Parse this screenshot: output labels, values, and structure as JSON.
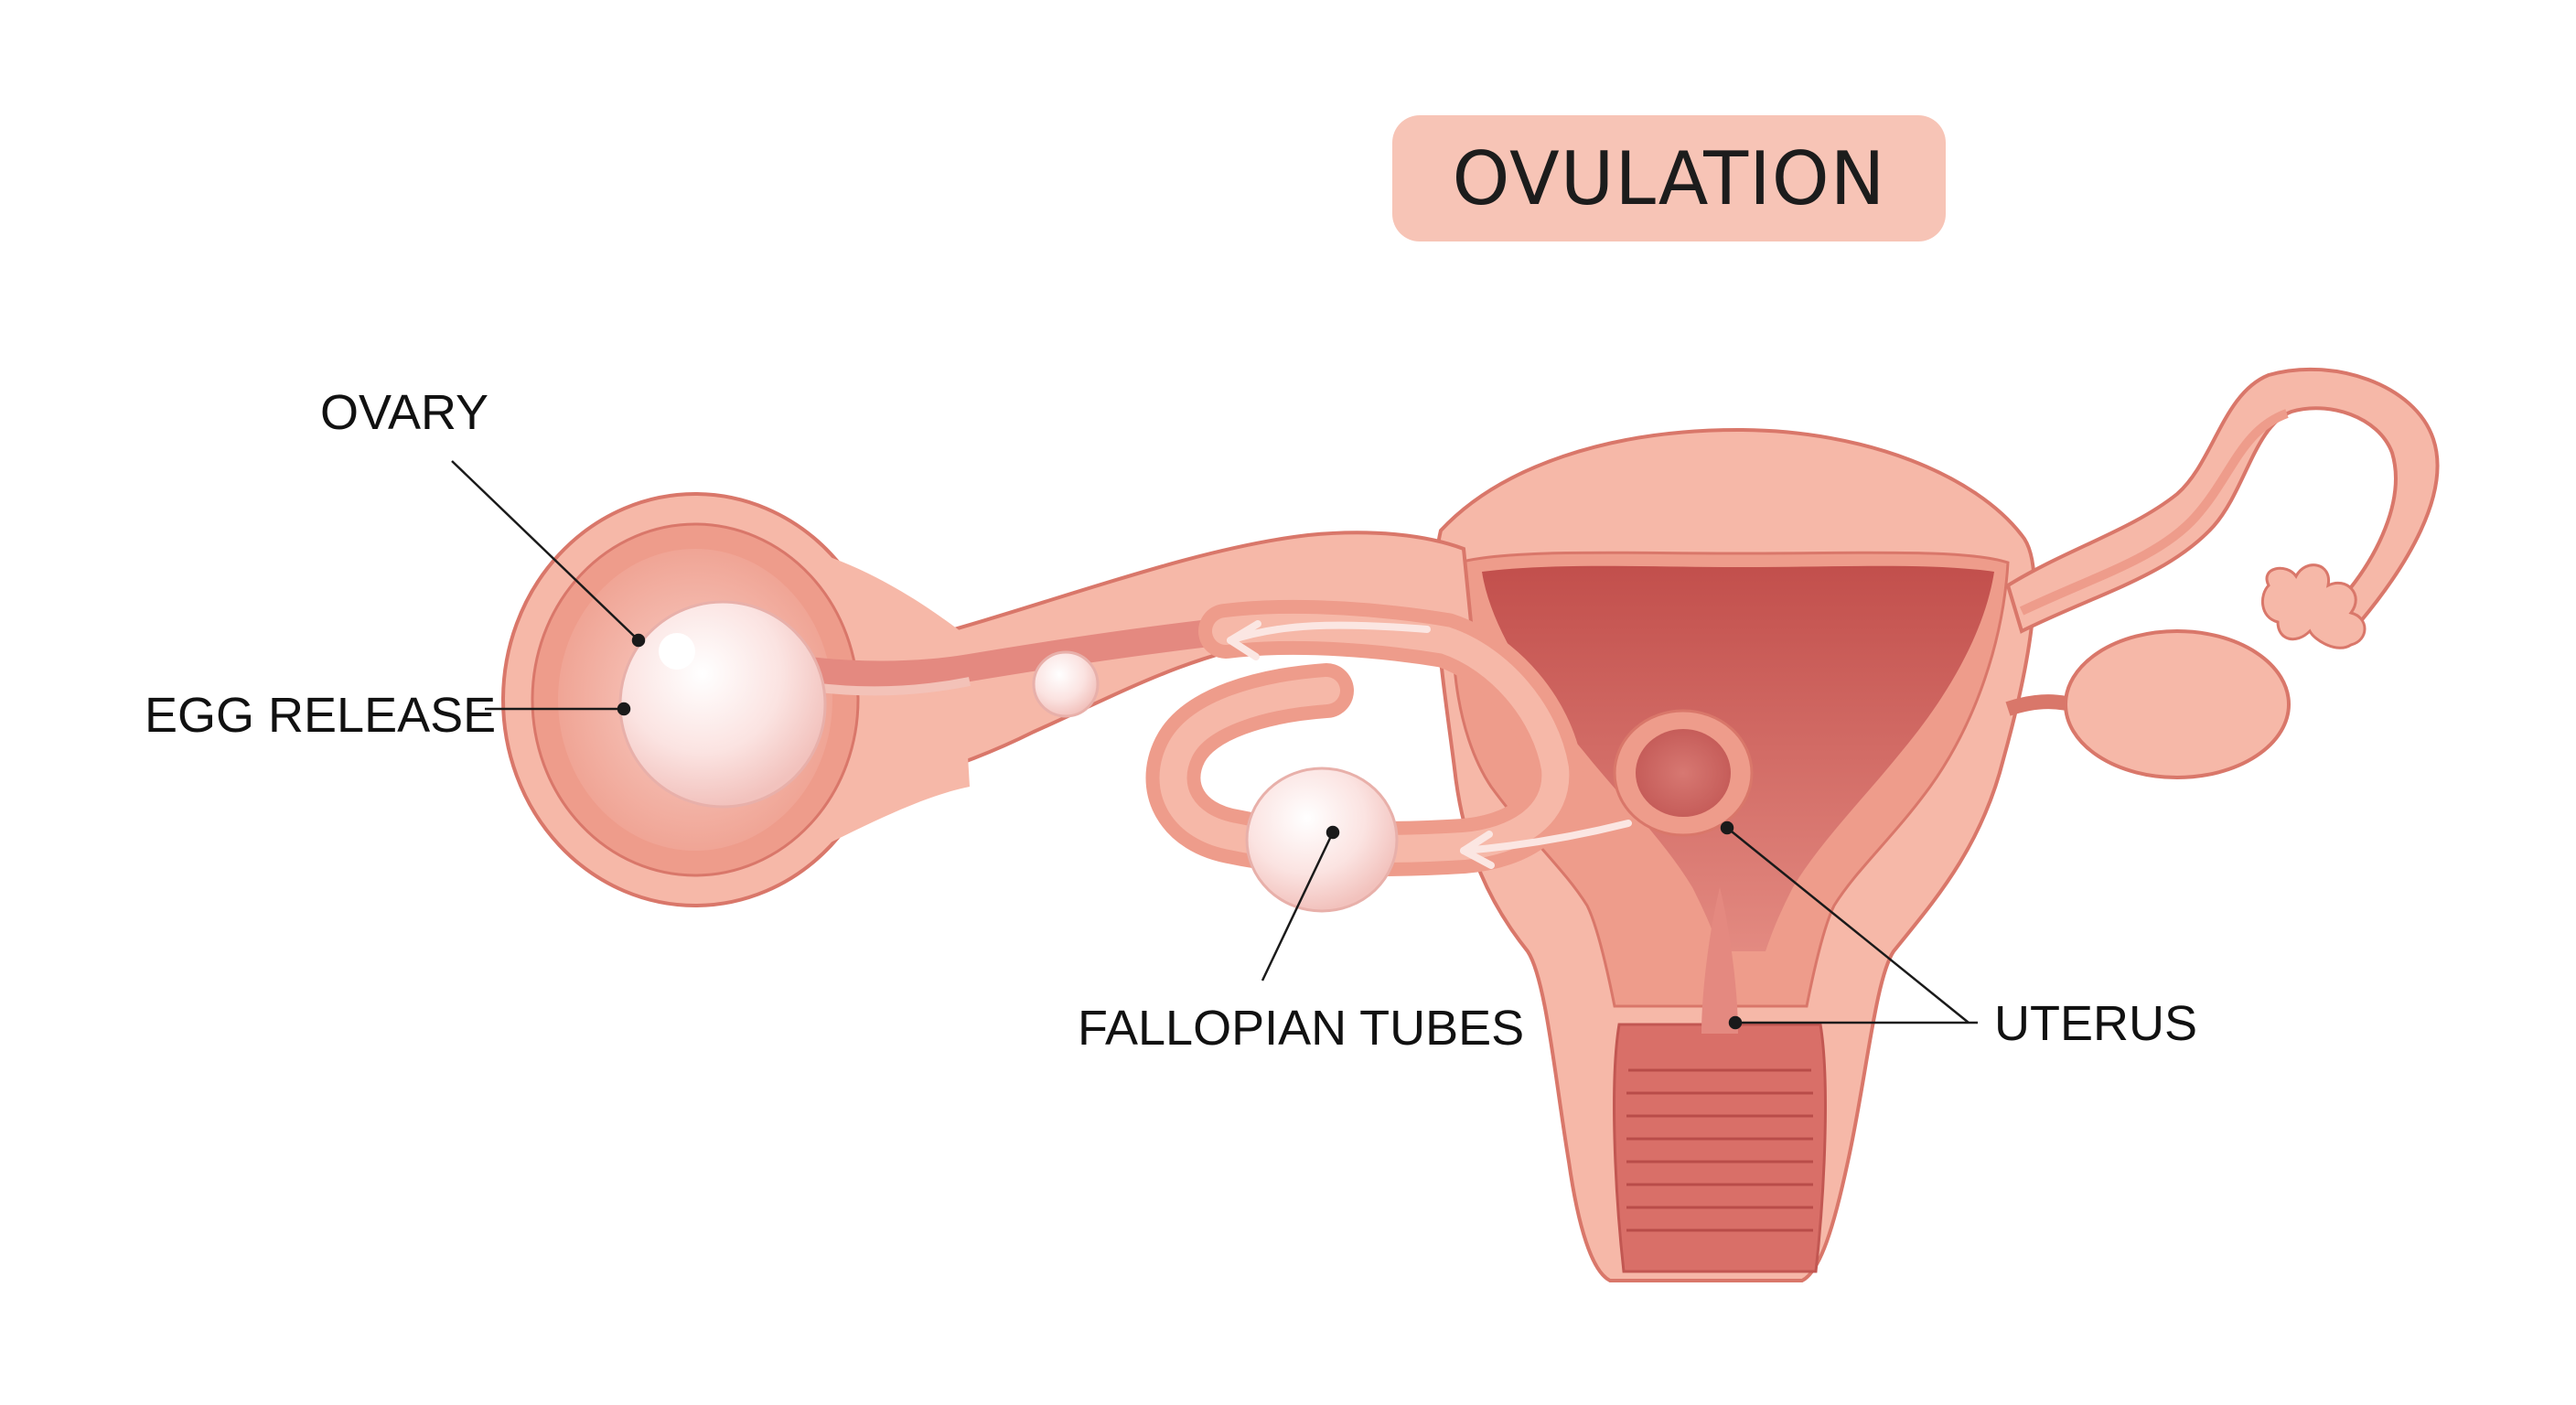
{
  "title": "OVULATION",
  "labels": {
    "ovary": "OVARY",
    "egg_release": "EGG RELEASE",
    "fallopian_tubes": "FALLOPIAN TUBES",
    "uterus": "UTERUS"
  },
  "colors": {
    "background": "#ffffff",
    "title_pill": "#f7c4b6",
    "tissue_light": "#f6b8a8",
    "tissue_mid": "#ee9c8b",
    "tissue_outline": "#d9776a",
    "cavity": "#c95a55",
    "cavity_light": "#e48980",
    "egg": "#fdeaea",
    "leader_line": "#1a1a1a"
  }
}
